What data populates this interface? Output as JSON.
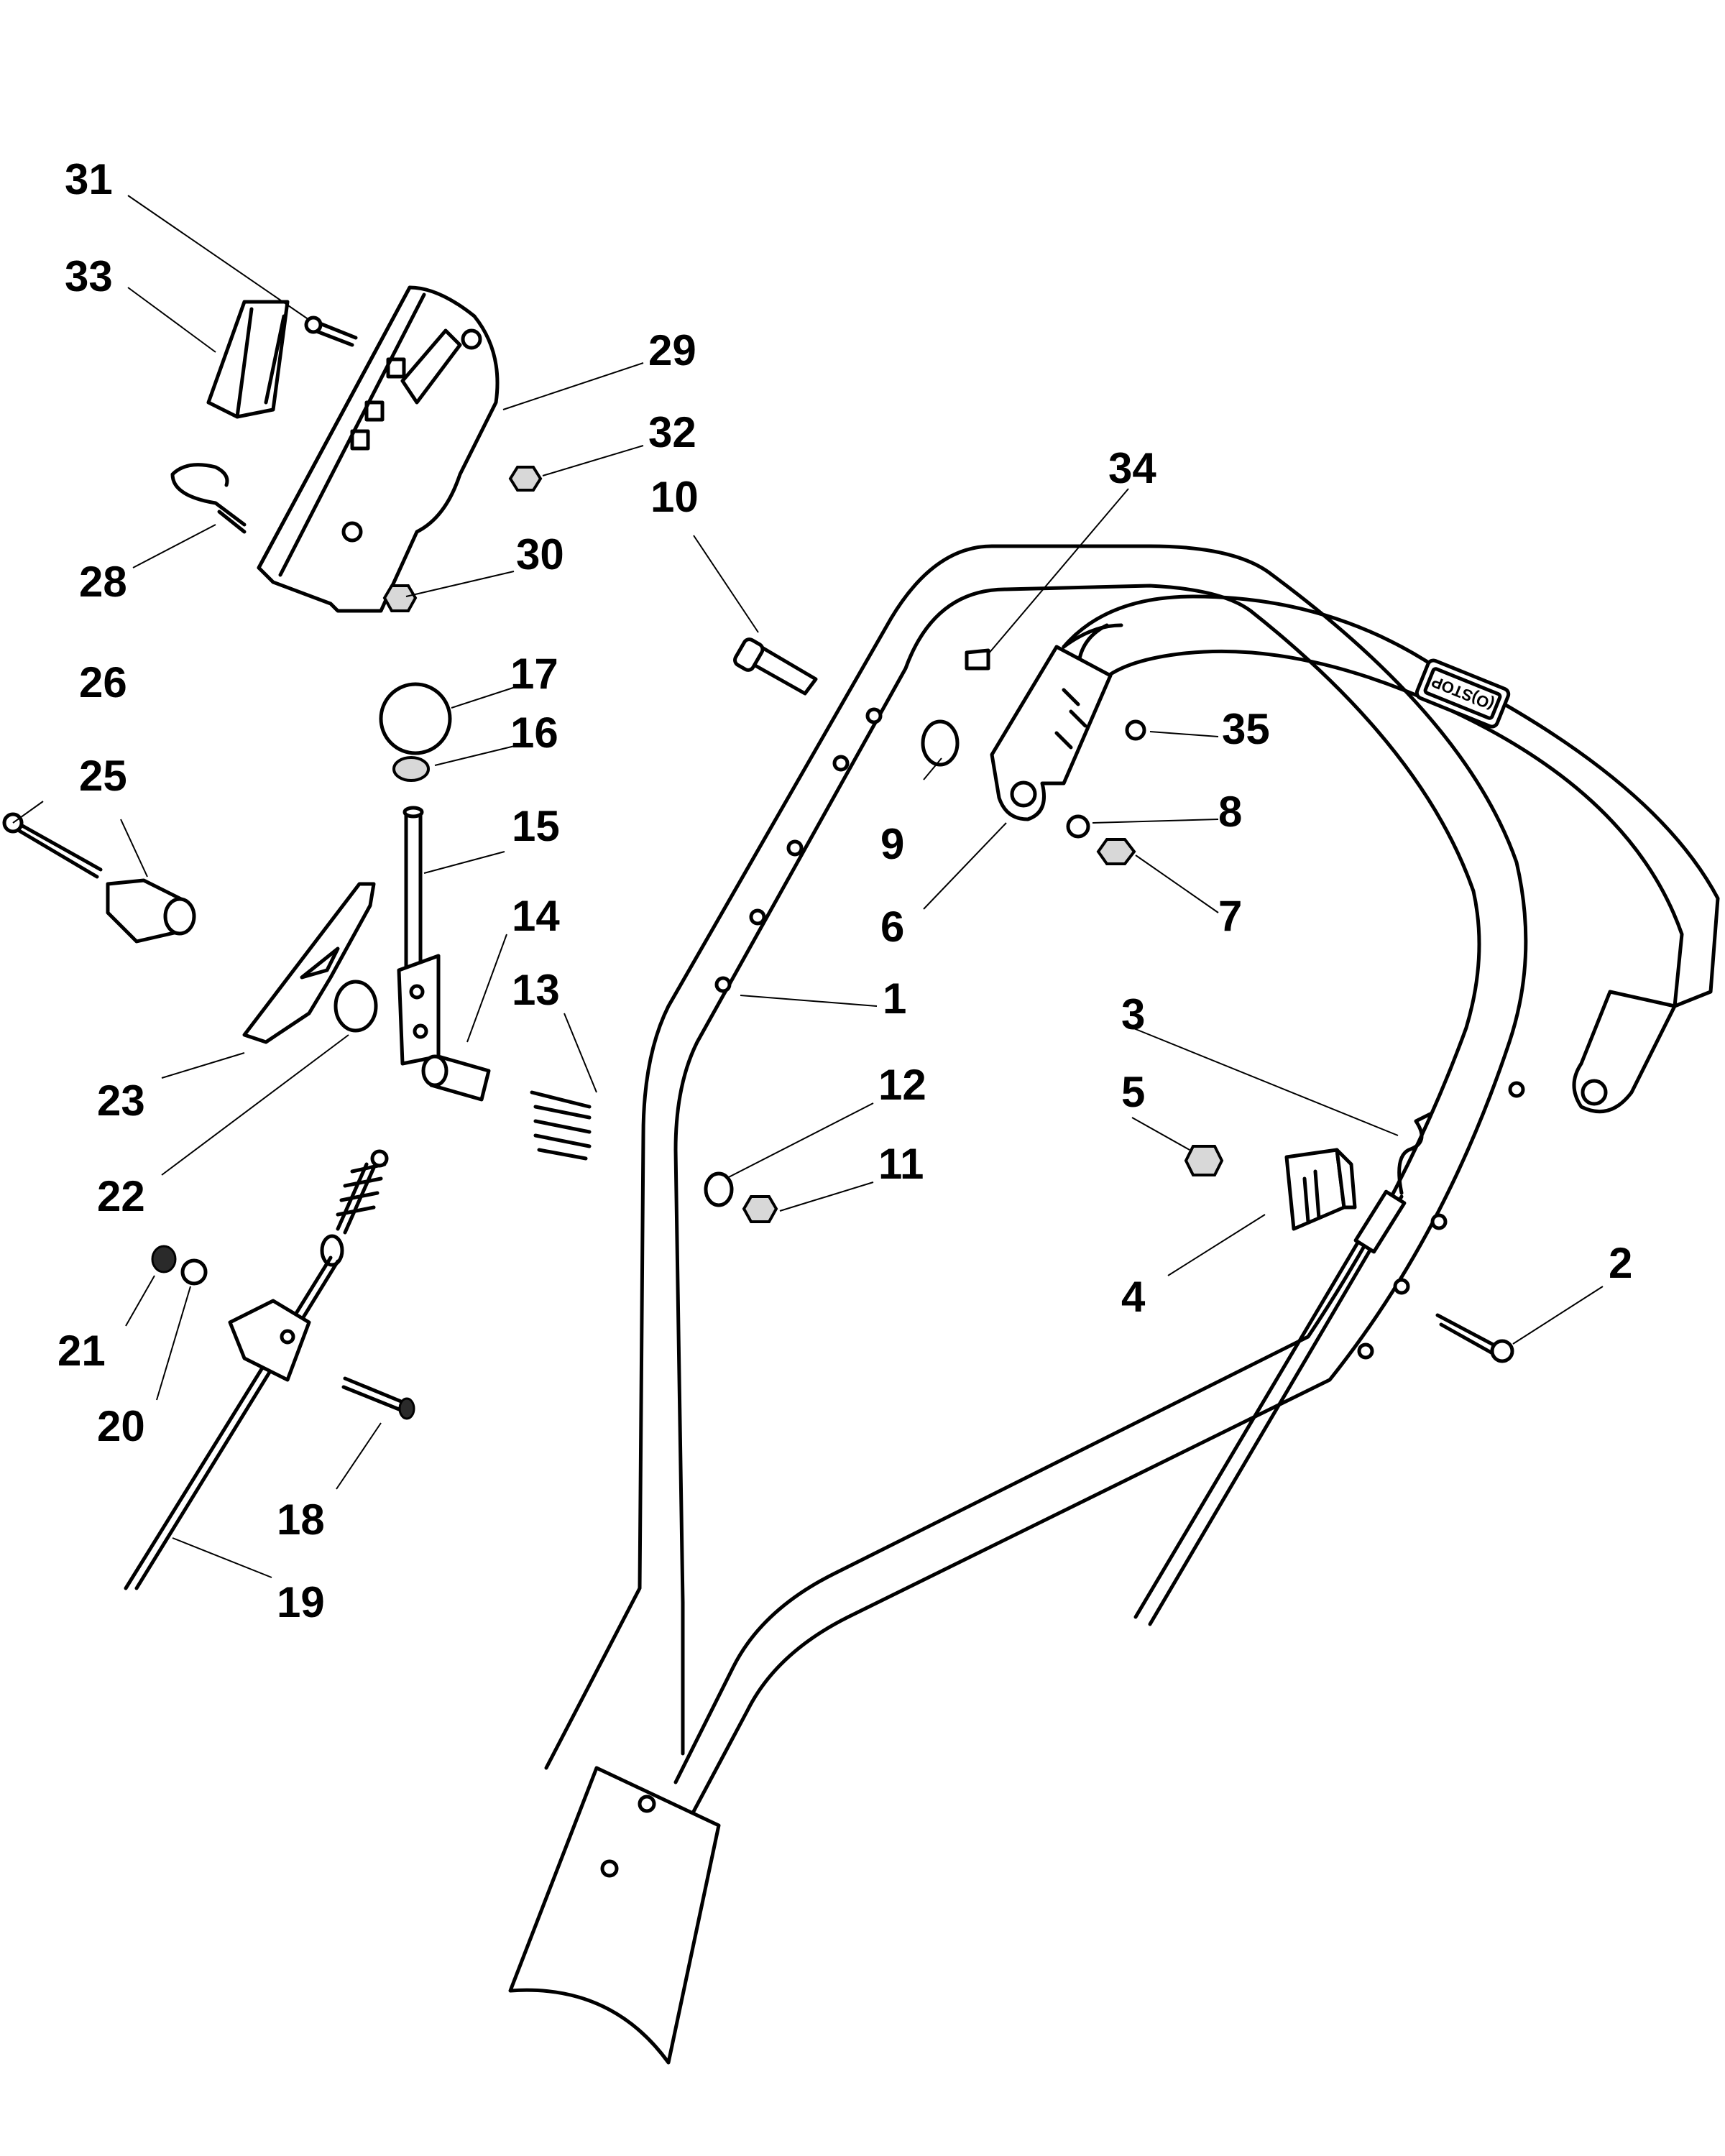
{
  "handle_stop_label": "(O)STOP",
  "callouts": [
    {
      "id": "1",
      "label": "1"
    },
    {
      "id": "2",
      "label": "2"
    },
    {
      "id": "3",
      "label": "3"
    },
    {
      "id": "4",
      "label": "4"
    },
    {
      "id": "5",
      "label": "5"
    },
    {
      "id": "6",
      "label": "6"
    },
    {
      "id": "7",
      "label": "7"
    },
    {
      "id": "8",
      "label": "8"
    },
    {
      "id": "9",
      "label": "9"
    },
    {
      "id": "10",
      "label": "10"
    },
    {
      "id": "11",
      "label": "11"
    },
    {
      "id": "12",
      "label": "12"
    },
    {
      "id": "13",
      "label": "13"
    },
    {
      "id": "14",
      "label": "14"
    },
    {
      "id": "15",
      "label": "15"
    },
    {
      "id": "16",
      "label": "16"
    },
    {
      "id": "17",
      "label": "17"
    },
    {
      "id": "18",
      "label": "18"
    },
    {
      "id": "19",
      "label": "19"
    },
    {
      "id": "20",
      "label": "20"
    },
    {
      "id": "21",
      "label": "21"
    },
    {
      "id": "22",
      "label": "22"
    },
    {
      "id": "23",
      "label": "23"
    },
    {
      "id": "25",
      "label": "25"
    },
    {
      "id": "26",
      "label": "26"
    },
    {
      "id": "28",
      "label": "28"
    },
    {
      "id": "29",
      "label": "29"
    },
    {
      "id": "30",
      "label": "30"
    },
    {
      "id": "31",
      "label": "31"
    },
    {
      "id": "32",
      "label": "32"
    },
    {
      "id": "33",
      "label": "33"
    },
    {
      "id": "34",
      "label": "34"
    },
    {
      "id": "35",
      "label": "35"
    }
  ]
}
